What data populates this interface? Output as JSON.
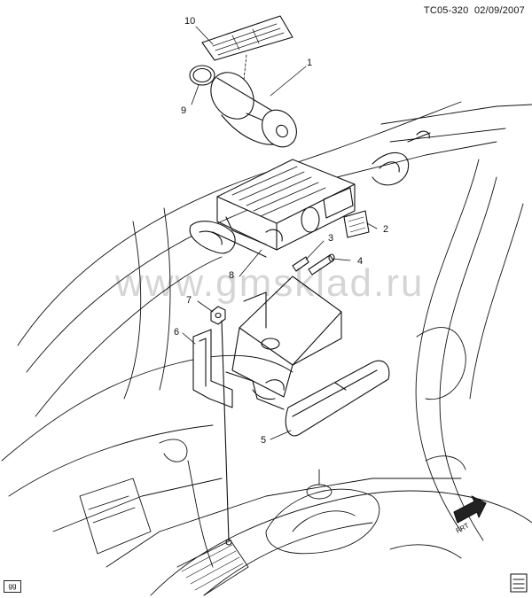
{
  "header": {
    "doc_code": "TC05-320",
    "date": "02/09/2007"
  },
  "watermark": "www.gmsklad.ru",
  "corner_code": "gg",
  "front_arrow_label": "FRT",
  "callouts": [
    "1",
    "2",
    "3",
    "4",
    "5",
    "6",
    "7",
    "8",
    "9",
    "10"
  ],
  "colors": {
    "line": "#111111",
    "background": "#ffffff"
  }
}
